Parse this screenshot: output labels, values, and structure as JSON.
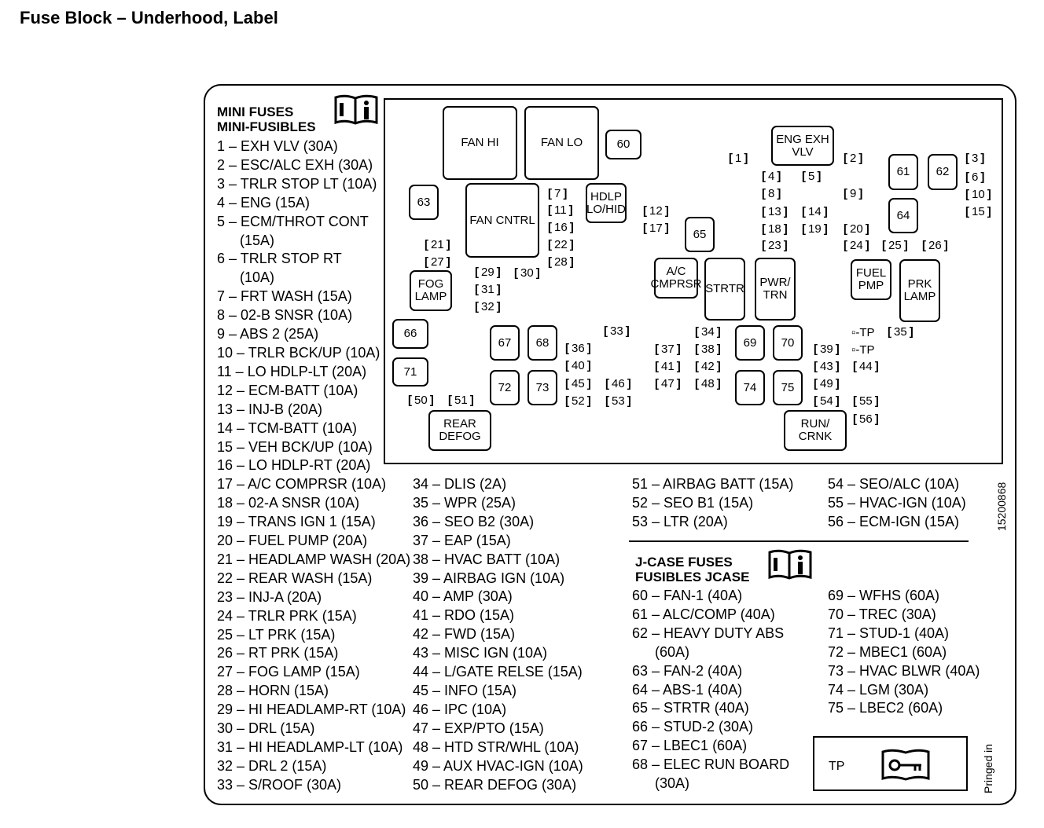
{
  "title": "Fuse Block – Underhood, Label",
  "mini_header": [
    "MINI FUSES",
    "MINI-FUSIBLES"
  ],
  "jcase_header": [
    "J-CASE FUSES",
    "FUSIBLES JCASE"
  ],
  "part_number": "15200868",
  "printed_in": "Pringed in",
  "tp_label": "TP",
  "col1": [
    "1 – EXH VLV (30A)",
    "2 – ESC/ALC EXH (30A)",
    "3 – TRLR STOP LT (10A)",
    "4 – ENG (15A)",
    "5 – ECM/THROT CONT",
    "(15A)",
    "6 – TRLR STOP RT",
    "(10A)",
    "7 – FRT WASH (15A)",
    "8 – 02-B SNSR  (10A)",
    "9 – ABS 2 (25A)",
    "10 – TRLR BCK/UP (10A)",
    "11 – LO HDLP-LT (20A)",
    "12 – ECM-BATT (10A)",
    "13 – INJ-B (20A)",
    "14 – TCM-BATT (10A)",
    "15 – VEH BCK/UP (10A)",
    "16 – LO HDLP-RT (20A)",
    "17 – A/C COMPRSR (10A)",
    "18 – 02-A SNSR (10A)",
    "19 – TRANS IGN 1 (15A)",
    "20 – FUEL PUMP (20A)",
    "21 – HEADLAMP WASH (20A)",
    "22 – REAR WASH (15A)",
    "23 – INJ-A (20A)",
    "24 – TRLR PRK (15A)",
    "25 – LT PRK (15A)",
    "26 – RT PRK (15A)",
    "27 – FOG LAMP (15A)",
    "28 – HORN (15A)",
    "29 – HI HEADLAMP-RT (10A)",
    "30 – DRL (15A)",
    "31 – HI HEADLAMP-LT (10A)",
    "32 – DRL 2 (15A)",
    "33 – S/ROOF (30A)"
  ],
  "col2": [
    "34 – DLIS (2A)",
    "35 – WPR (25A)",
    "36 – SEO B2 (30A)",
    "37 – EAP (15A)",
    "38 – HVAC BATT (10A)",
    "39 – AIRBAG IGN (10A)",
    "40 – AMP (30A)",
    "41 – RDO (15A)",
    "42 – FWD (15A)",
    "43 – MISC IGN (10A)",
    "44 – L/GATE RELSE (15A)",
    "45 – INFO (15A)",
    "46 – IPC (10A)",
    "47 – EXP/PTO (15A)",
    "48 – HTD STR/WHL (10A)",
    "49 – AUX HVAC-IGN (10A)",
    "50 – REAR DEFOG (30A)"
  ],
  "col3": [
    "51 – AIRBAG BATT (15A)",
    "52 – SEO B1 (15A)",
    "53 – LTR (20A)"
  ],
  "col4": [
    "54 – SEO/ALC (10A)",
    "55 – HVAC-IGN (10A)",
    "56 – ECM-IGN (15A)"
  ],
  "col5": [
    "60 – FAN-1 (40A)",
    "61 – ALC/COMP (40A)",
    "62 – HEAVY DUTY ABS",
    "(60A)",
    "63 – FAN-2 (40A)",
    "64 – ABS-1 (40A)",
    "65 – STRTR (40A)",
    "66 – STUD-2 (30A)",
    "67 – LBEC1 (60A)",
    "68 – ELEC RUN BOARD",
    "(30A)"
  ],
  "col6": [
    "69 – WFHS (60A)",
    "70 – TREC (30A)",
    "71 – STUD-1 (40A)",
    "72 – MBEC1 (60A)",
    "73 – HVAC BLWR (40A)",
    "74 – LGM (30A)",
    "75 – LBEC2 (60A)"
  ],
  "relays": {
    "fan_hi": "FAN HI",
    "fan_lo": "FAN LO",
    "fan_cntrl": "FAN CNTRL",
    "hdlp": "HDLP\nLO/HID",
    "eng_exh": "ENG EXH\nVLV",
    "fog": "FOG\nLAMP",
    "rear_defog": "REAR\nDEFOG",
    "ac": "A/C\nCMPRSR",
    "strtr": "STRTR",
    "pwr_trn": "PWR/\nTRN",
    "fuel_pmp": "FUEL\nPMP",
    "prk_lamp": "PRK\nLAMP",
    "run_crnk": "RUN/\nCRNK"
  },
  "jcase_nums": [
    "60",
    "61",
    "62",
    "63",
    "64",
    "65",
    "66",
    "67",
    "68",
    "69",
    "70",
    "71",
    "72",
    "73",
    "74",
    "75"
  ],
  "mini_nums": [
    "1",
    "2",
    "3",
    "4",
    "5",
    "6",
    "7",
    "8",
    "9",
    "10",
    "11",
    "12",
    "13",
    "14",
    "15",
    "16",
    "17",
    "18",
    "19",
    "20",
    "21",
    "22",
    "23",
    "24",
    "25",
    "26",
    "27",
    "28",
    "29",
    "30",
    "31",
    "32",
    "33",
    "34",
    "35",
    "36",
    "37",
    "38",
    "39",
    "40",
    "41",
    "42",
    "43",
    "44",
    "45",
    "46",
    "47",
    "48",
    "49",
    "50",
    "51",
    "52",
    "53",
    "54",
    "55",
    "56"
  ],
  "tp_points": [
    "TP",
    "TP"
  ]
}
